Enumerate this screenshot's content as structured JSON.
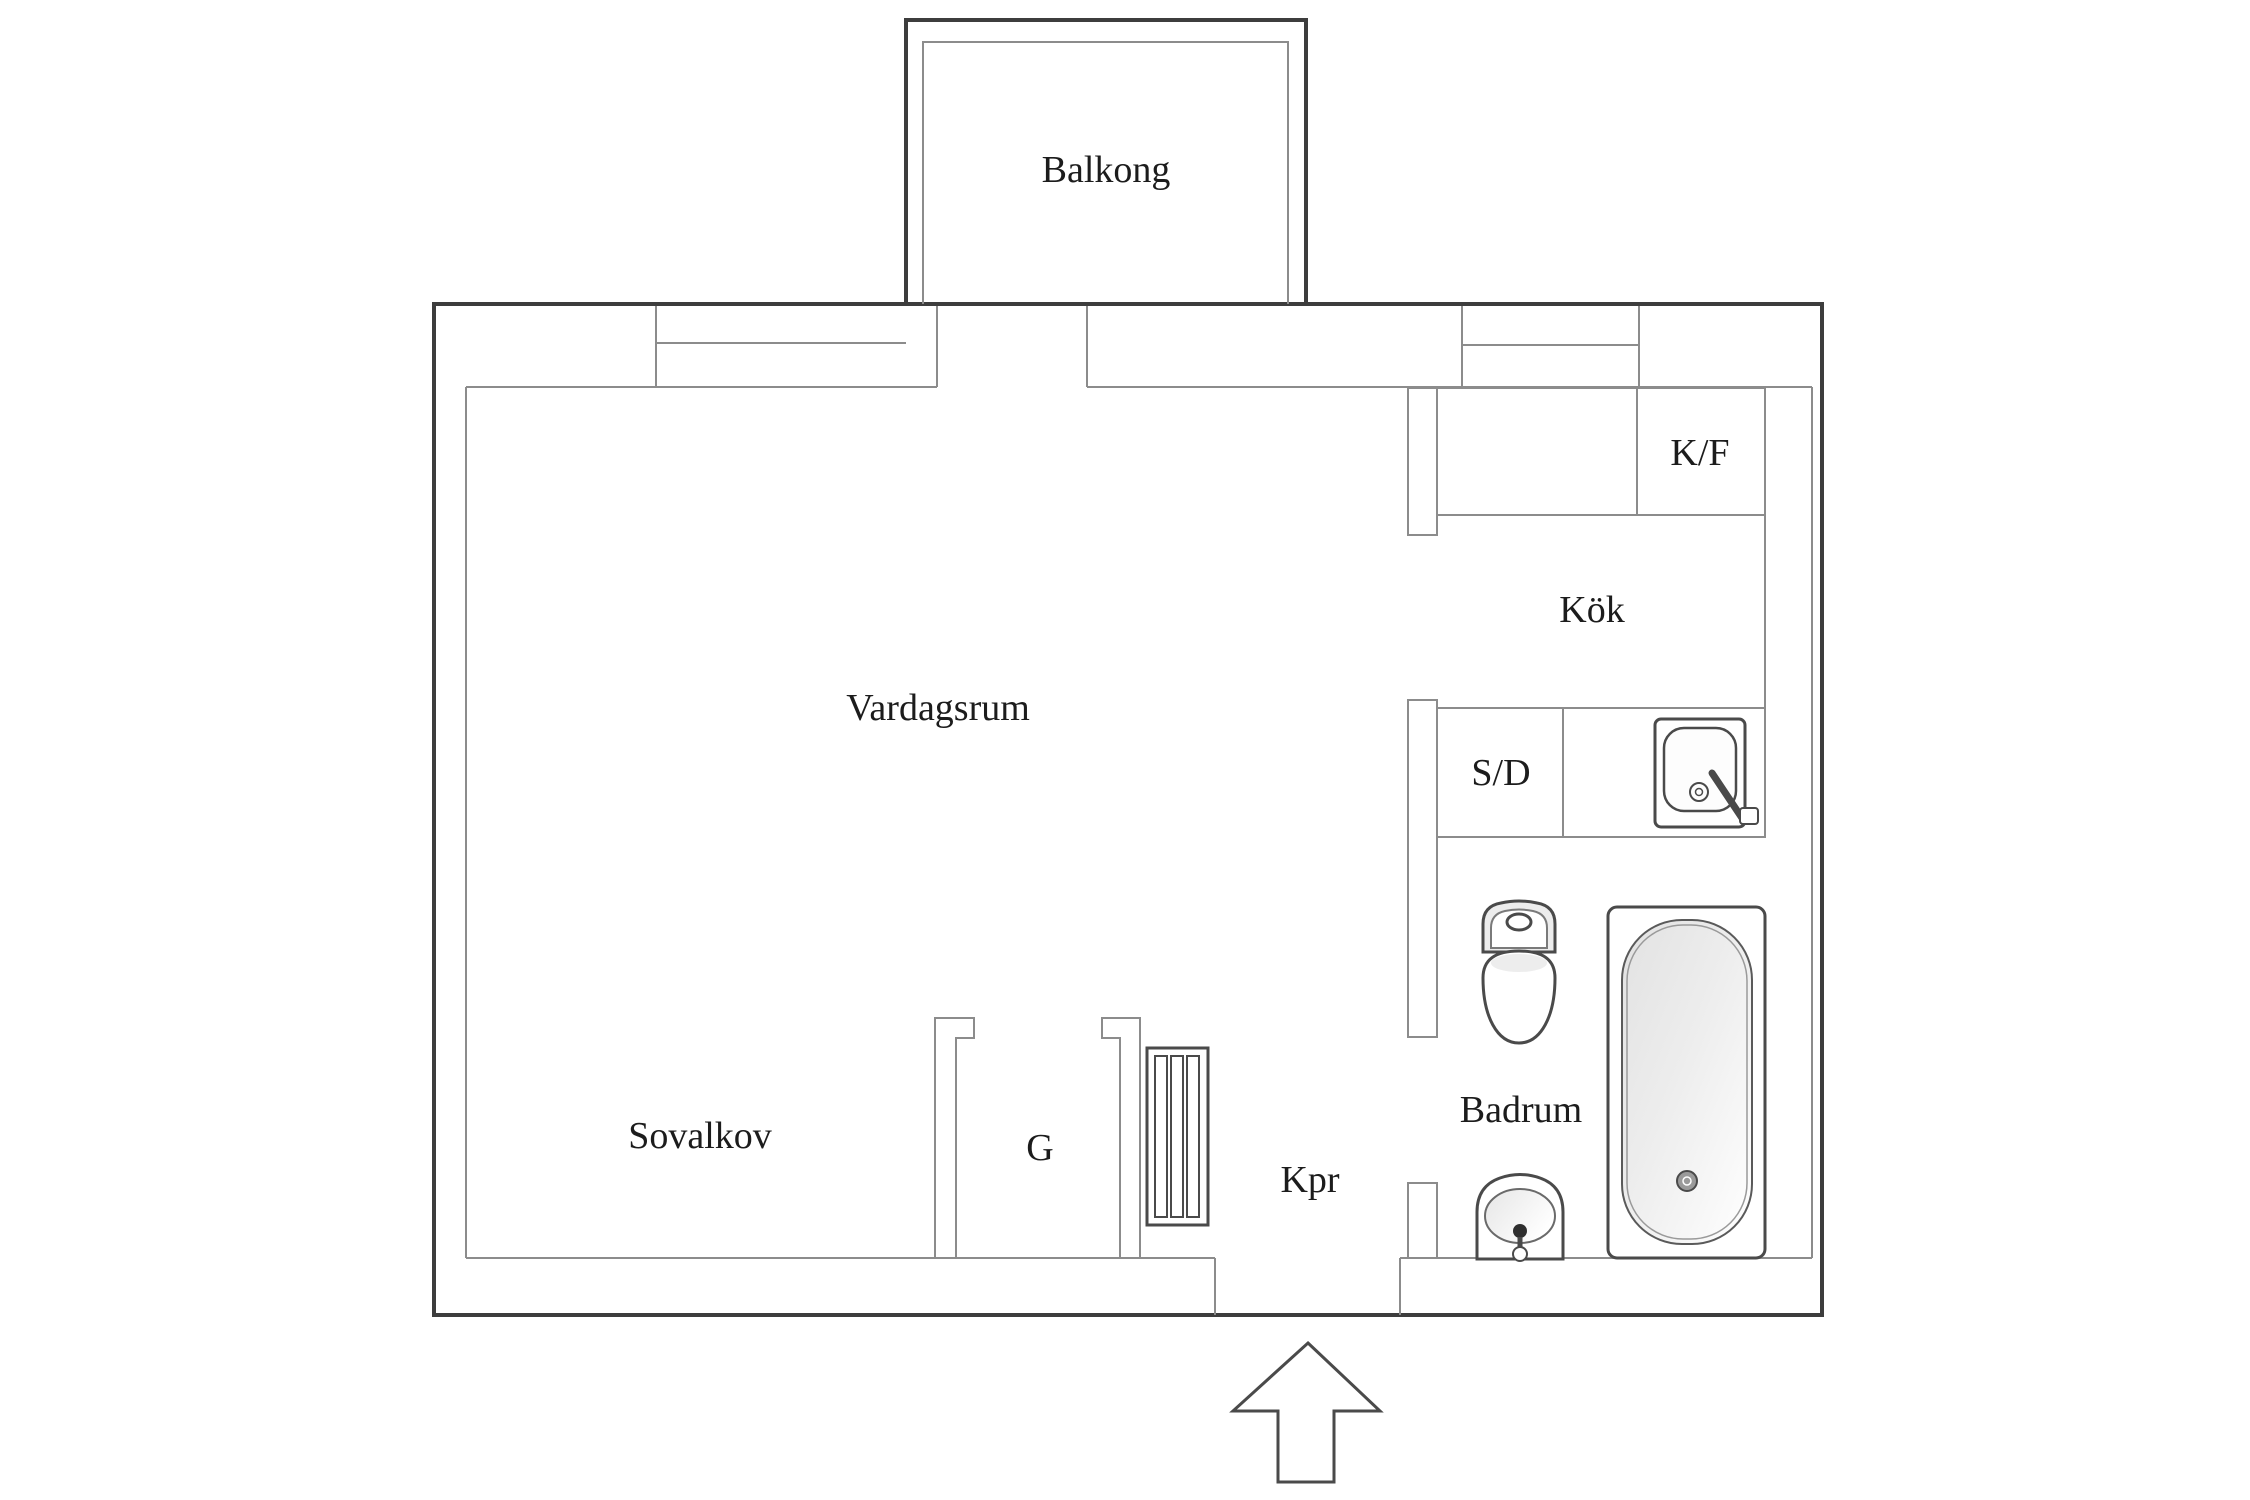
{
  "title": "Apartment floor plan",
  "rooms": {
    "balcony": "Balkong",
    "living_room": "Vardagsrum",
    "kitchen": "Kök",
    "fridge_freezer": "K/F",
    "dishwasher": "S/D",
    "sleeping_alcove": "Sovalkov",
    "wardrobe": "G",
    "hallway": "Kpr",
    "bathroom": "Badrum"
  },
  "icons": [
    "radiator-icon",
    "kitchen-sink-icon",
    "toilet-icon",
    "bathtub-icon",
    "washbasin-icon",
    "entry-arrow-icon"
  ],
  "colors": {
    "background": "#ffffff",
    "wall_dark": "#3d3d3d",
    "line_gray": "#8c8c8c",
    "fixture": "#4a4a4a",
    "shade": "#e9e9e9",
    "text": "#1c1c1c"
  }
}
